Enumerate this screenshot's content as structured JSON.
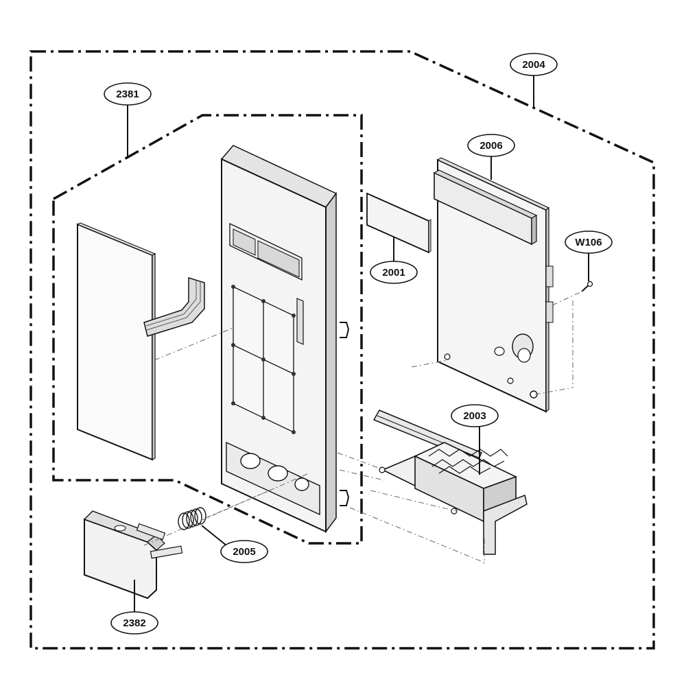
{
  "callouts": {
    "c2004": "2004",
    "c2381": "2381",
    "c2006": "2006",
    "c2001": "2001",
    "cW106": "W106",
    "c2003": "2003",
    "c2005": "2005",
    "c2382": "2382"
  },
  "colors": {
    "line": "#111111",
    "part_fill": "#f2f2f2",
    "part_fill_dark": "#d9d9d9"
  }
}
